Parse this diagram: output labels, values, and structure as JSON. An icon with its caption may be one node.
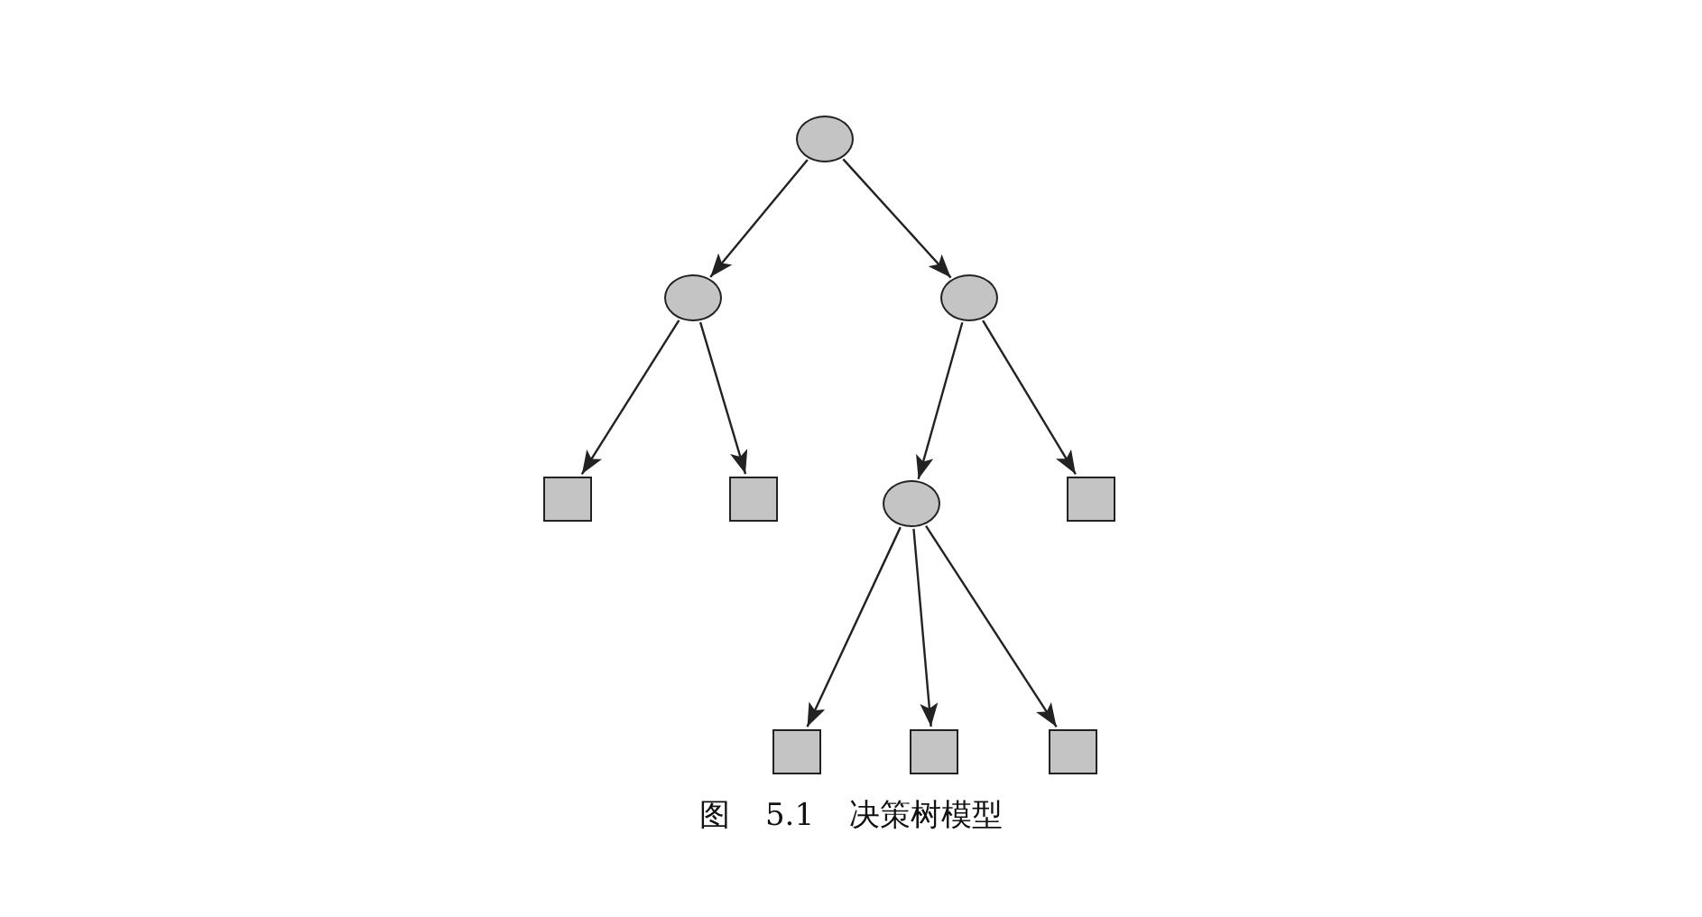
{
  "diagram": {
    "caption": "图 5.1 决策树模型",
    "nodes": [
      {
        "text": [],
        "shape": "circle"
      },
      {
        "text": [],
        "shape": "circle"
      },
      {
        "text": [],
        "shape": "circle"
      },
      {
        "text": [],
        "shape": "box"
      },
      {
        "text": [],
        "shape": "box"
      },
      {
        "text": [],
        "shape": "circle"
      },
      {
        "text": [],
        "shape": "box"
      },
      {
        "text": [],
        "shape": "box"
      },
      {
        "text": [],
        "shape": "box"
      },
      {
        "text": [],
        "shape": "box"
      }
    ],
    "edges": [
      {
        "from": 0,
        "to": 1,
        "arrow": "to"
      },
      {
        "from": 0,
        "to": 2,
        "arrow": "to"
      },
      {
        "from": 1,
        "to": 3,
        "arrow": "to"
      },
      {
        "from": 1,
        "to": 4,
        "arrow": "to"
      },
      {
        "from": 2,
        "to": 5,
        "arrow": "to"
      },
      {
        "from": 2,
        "to": 6,
        "arrow": "to"
      },
      {
        "from": 5,
        "to": 7,
        "arrow": "to"
      },
      {
        "from": 5,
        "to": 8,
        "arrow": "to"
      },
      {
        "from": 5,
        "to": 9,
        "arrow": "to"
      }
    ]
  }
}
